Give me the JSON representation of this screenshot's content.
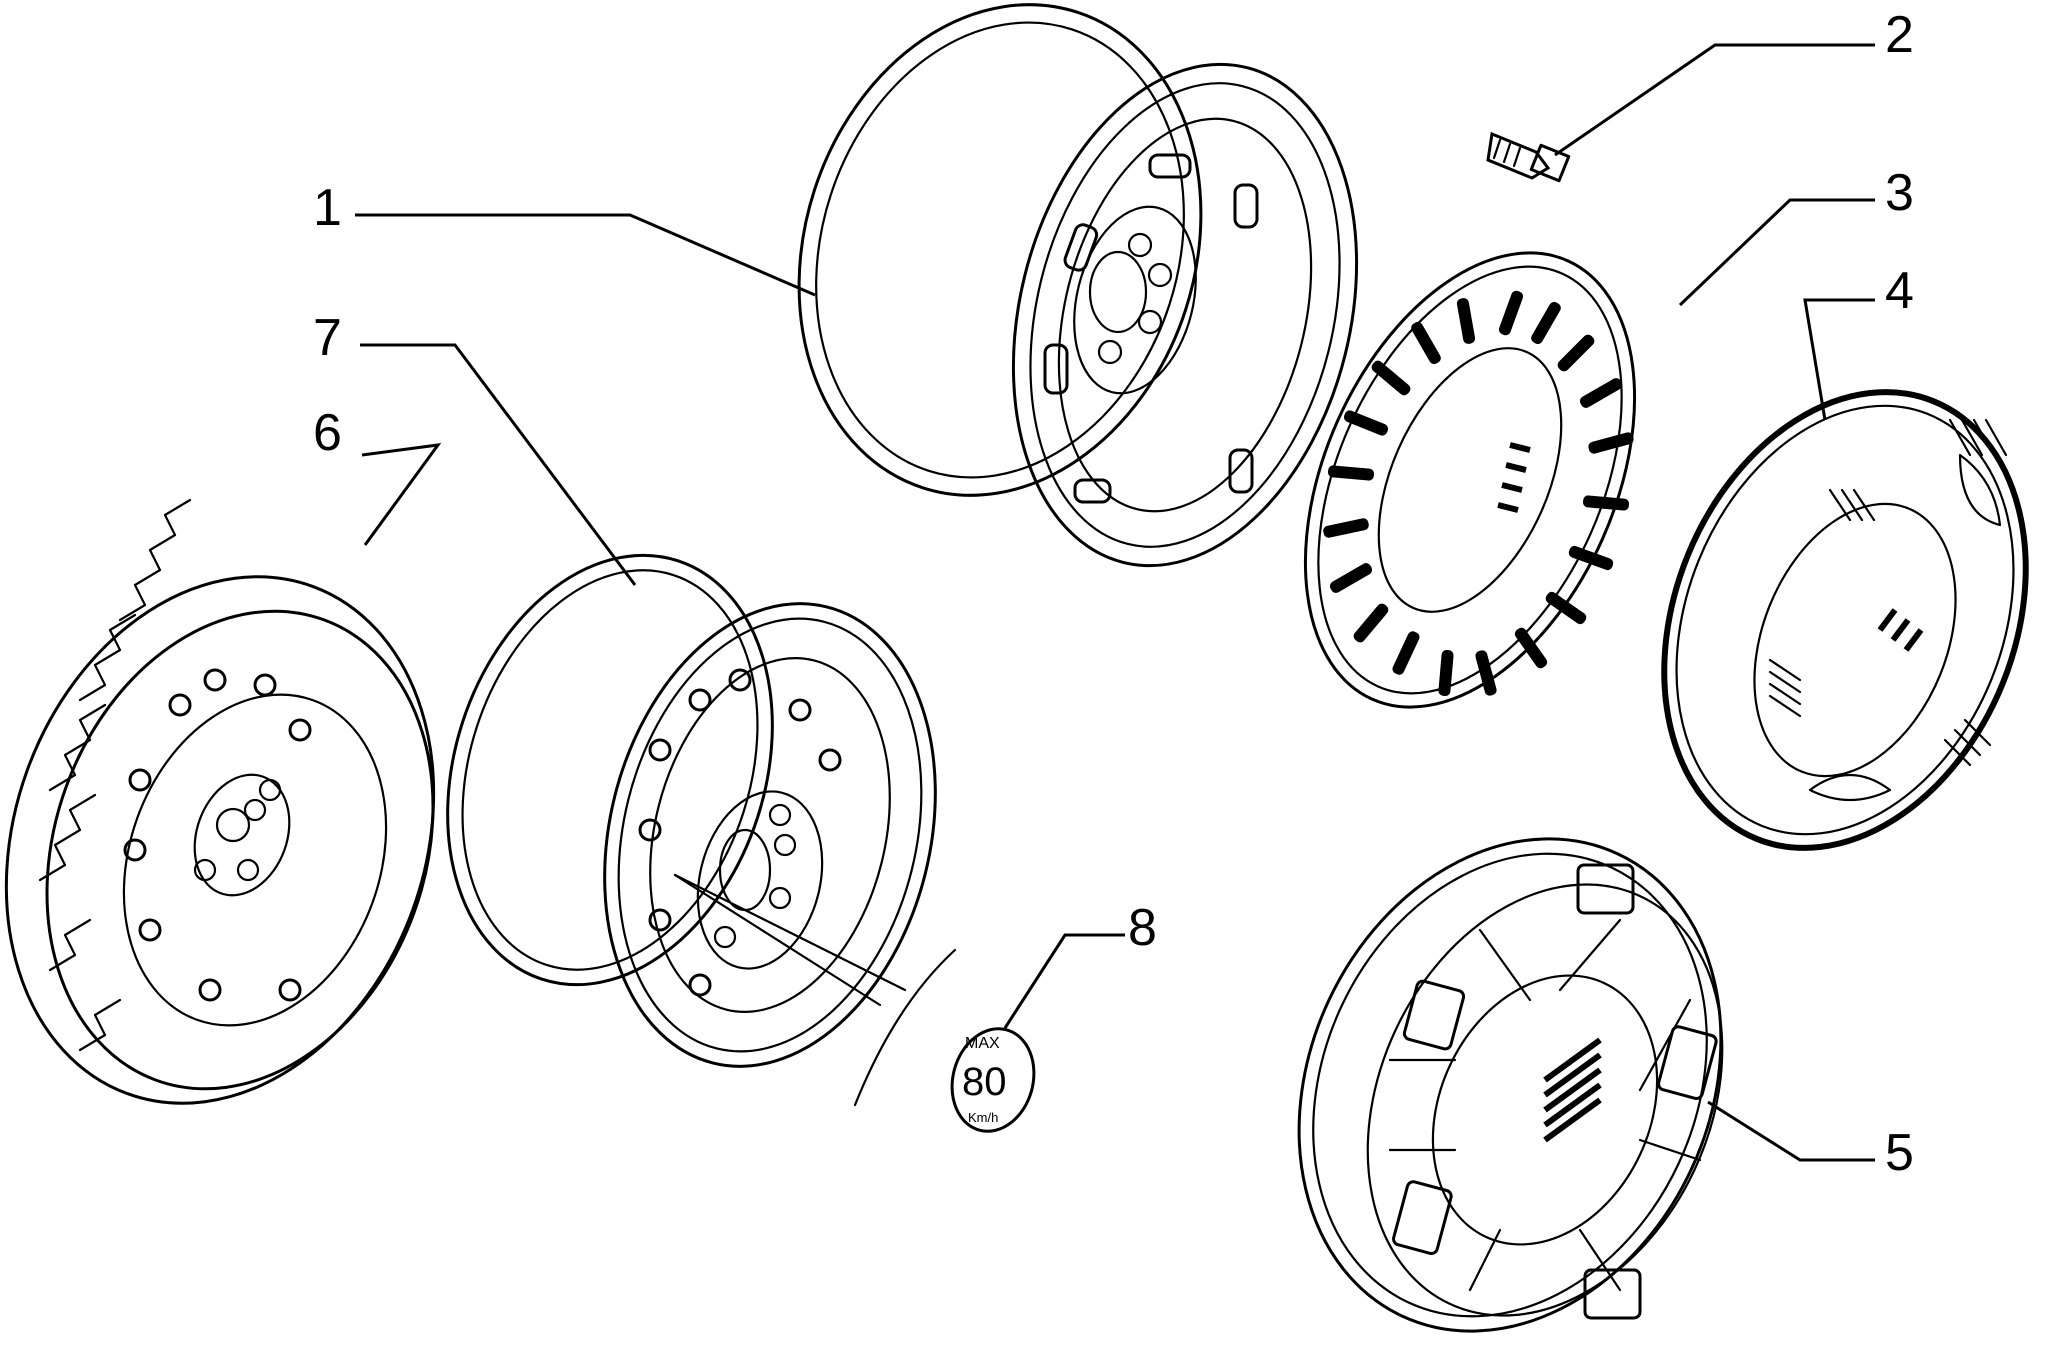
{
  "callouts": {
    "c1": "1",
    "c2": "2",
    "c3": "3",
    "c4": "4",
    "c5": "5",
    "c6": "6",
    "c7": "7",
    "c8": "8"
  },
  "badge": {
    "max": "MAX",
    "speed": "80",
    "unit": "Km/h"
  }
}
